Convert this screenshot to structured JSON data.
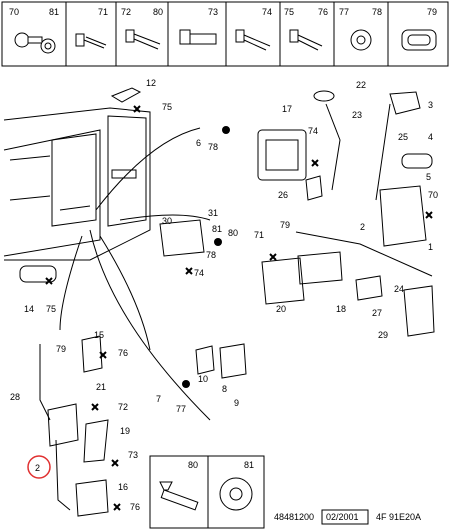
{
  "fastener_strip": [
    "70",
    "81",
    "71",
    "72",
    "80",
    "73",
    "74",
    "75",
    "76",
    "77",
    "78",
    "79"
  ],
  "callouts": [
    "12",
    "75",
    "22",
    "3",
    "23",
    "25",
    "4",
    "17",
    "6",
    "78",
    "74",
    "5",
    "70",
    "26",
    "30",
    "31",
    "81",
    "80",
    "71",
    "79",
    "78",
    "74",
    "2",
    "1",
    "24",
    "14",
    "75",
    "20",
    "18",
    "27",
    "29",
    "15",
    "76",
    "79",
    "10",
    "8",
    "9",
    "28",
    "21",
    "72",
    "7",
    "77",
    "19",
    "73",
    "16",
    "76",
    "80",
    "81"
  ],
  "highlight_callout": "2",
  "bottom_panel": [
    "80",
    "81"
  ],
  "footer": {
    "ref": "48481200",
    "date": "02/2001",
    "code": "4F 91E20A"
  },
  "colors": {
    "highlight": "#e03030",
    "line": "#000000"
  }
}
